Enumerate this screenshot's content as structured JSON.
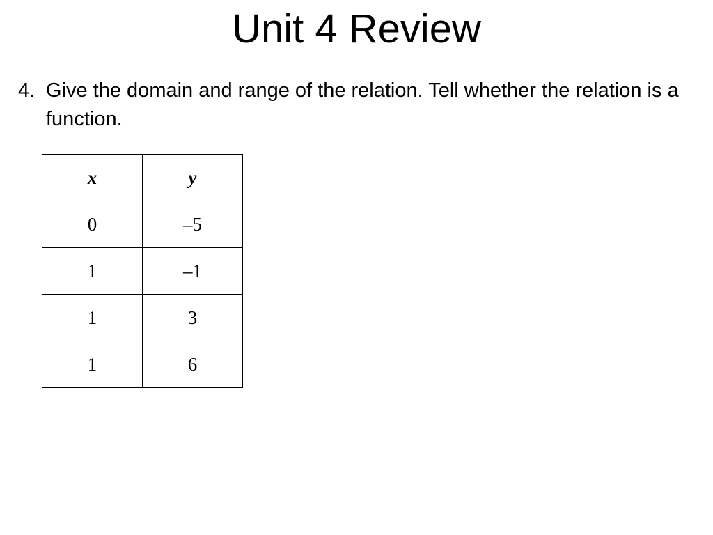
{
  "slide": {
    "title": "Unit 4 Review",
    "question": {
      "number": "4.",
      "text": "Give the domain and range of the relation.  Tell whether the relation is a function."
    },
    "table": {
      "headers": [
        "x",
        "y"
      ],
      "rows": [
        [
          "0",
          "–5"
        ],
        [
          "1",
          "–1"
        ],
        [
          "1",
          "3"
        ],
        [
          "1",
          "6"
        ]
      ]
    }
  }
}
